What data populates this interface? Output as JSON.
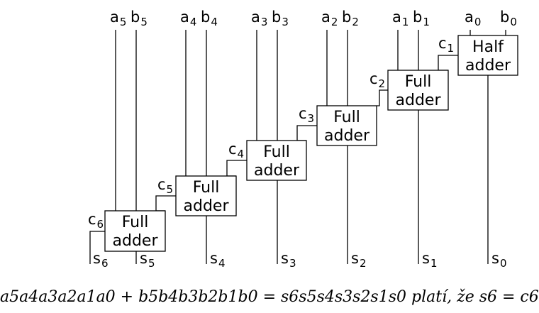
{
  "diagram": {
    "adders": [
      {
        "id": "half-0",
        "line1": "Half",
        "line2": "adder"
      },
      {
        "id": "full-1",
        "line1": "Full",
        "line2": "adder"
      },
      {
        "id": "full-2",
        "line1": "Full",
        "line2": "adder"
      },
      {
        "id": "full-3",
        "line1": "Full",
        "line2": "adder"
      },
      {
        "id": "full-4",
        "line1": "Full",
        "line2": "adder"
      },
      {
        "id": "full-5",
        "line1": "Full",
        "line2": "adder"
      }
    ],
    "inputs_a": [
      {
        "base": "a",
        "sub": "0"
      },
      {
        "base": "a",
        "sub": "1"
      },
      {
        "base": "a",
        "sub": "2"
      },
      {
        "base": "a",
        "sub": "3"
      },
      {
        "base": "a",
        "sub": "4"
      },
      {
        "base": "a",
        "sub": "5"
      }
    ],
    "inputs_b": [
      {
        "base": "b",
        "sub": "0"
      },
      {
        "base": "b",
        "sub": "1"
      },
      {
        "base": "b",
        "sub": "2"
      },
      {
        "base": "b",
        "sub": "3"
      },
      {
        "base": "b",
        "sub": "4"
      },
      {
        "base": "b",
        "sub": "5"
      }
    ],
    "carries": [
      {
        "base": "c",
        "sub": "1"
      },
      {
        "base": "c",
        "sub": "2"
      },
      {
        "base": "c",
        "sub": "3"
      },
      {
        "base": "c",
        "sub": "4"
      },
      {
        "base": "c",
        "sub": "5"
      },
      {
        "base": "c",
        "sub": "6"
      }
    ],
    "sums": [
      {
        "base": "s",
        "sub": "0"
      },
      {
        "base": "s",
        "sub": "1"
      },
      {
        "base": "s",
        "sub": "2"
      },
      {
        "base": "s",
        "sub": "3"
      },
      {
        "base": "s",
        "sub": "4"
      },
      {
        "base": "s",
        "sub": "5"
      },
      {
        "base": "s",
        "sub": "6"
      }
    ]
  },
  "caption": "a5a4a3a2a1a0 + b5b4b3b2b1b0 = s6s5s4s3s2s1s0 platí, že s6 = c6"
}
